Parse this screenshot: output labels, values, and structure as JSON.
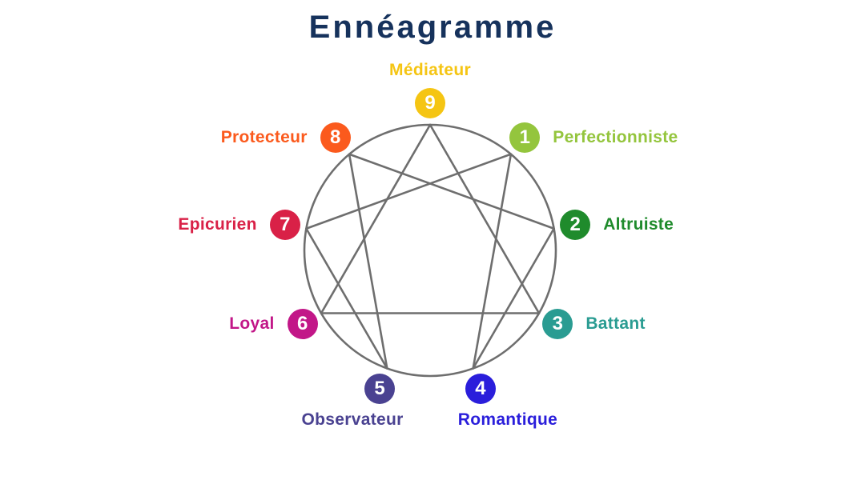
{
  "page": {
    "title": "Ennéagramme",
    "title_color": "#16325C",
    "background": "#ffffff"
  },
  "diagram": {
    "circle_color": "#6E6E6E",
    "number_text_color": "#ffffff",
    "types": [
      {
        "number": 9,
        "label": "Médiateur",
        "color": "#F5C513"
      },
      {
        "number": 1,
        "label": "Perfectionniste",
        "color": "#94C53D"
      },
      {
        "number": 2,
        "label": "Altruiste",
        "color": "#1F8B2C"
      },
      {
        "number": 3,
        "label": "Battant",
        "color": "#2A9C92"
      },
      {
        "number": 4,
        "label": "Romantique",
        "color": "#2A1EDB"
      },
      {
        "number": 5,
        "label": "Observateur",
        "color": "#4A4291"
      },
      {
        "number": 6,
        "label": "Loyal",
        "color": "#C21788"
      },
      {
        "number": 7,
        "label": "Epicurien",
        "color": "#D92147"
      },
      {
        "number": 8,
        "label": "Protecteur",
        "color": "#FB5A1D"
      }
    ],
    "connections": [
      [
        9,
        3
      ],
      [
        3,
        6
      ],
      [
        6,
        9
      ],
      [
        1,
        4
      ],
      [
        4,
        2
      ],
      [
        2,
        8
      ],
      [
        8,
        5
      ],
      [
        5,
        7
      ],
      [
        7,
        1
      ]
    ]
  }
}
